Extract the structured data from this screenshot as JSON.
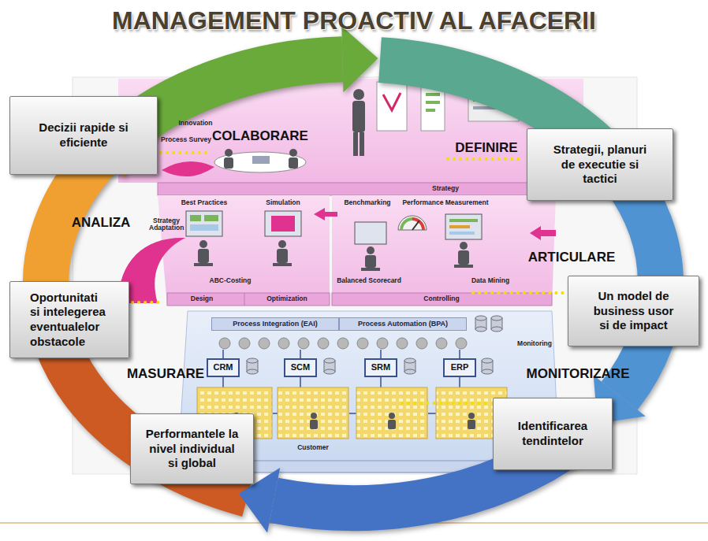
{
  "diagram": {
    "title": "MANAGEMENT PROACTIV AL AFACERII",
    "nodes": [
      {
        "text": [
          "Decizii rapide si eficiente"
        ]
      },
      {
        "text": [
          "Strategii, planuri de executie si tactici"
        ]
      },
      {
        "text": [
          "Oportunitati si intelegerea eventualelor obstacole"
        ]
      },
      {
        "text": [
          "Process Integration (EAI)"
        ]
      },
      {
        "text": [
          "Process Automation (BPA)"
        ]
      },
      {
        "text": [
          "Un model de business usor si de impact"
        ]
      },
      {
        "text": [
          "CRM"
        ]
      },
      {
        "text": [
          "SCM"
        ]
      },
      {
        "text": [
          "SRM"
        ]
      },
      {
        "text": [
          "ERP"
        ]
      },
      {
        "text": [
          "Performantele la nivel individual si global"
        ]
      },
      {
        "text": [
          "Identificarea tendintelor"
        ]
      }
    ],
    "labels": [
      "COLABORARE",
      "DEFINIRE",
      "ANALIZA",
      "ARTICULARE",
      "MASURARE",
      "MONITORIZARE",
      "Innovation",
      "Process Survey",
      "Strategy",
      "Best Practices",
      "Simulation",
      "Benchmarking",
      "Performance Measurement",
      "Strategy Adaptation",
      "ABC-Costing",
      "Balanced Scorecard",
      "Data Mining",
      "Design",
      "Optimization",
      "Controlling",
      "Customer",
      "Monitoring"
    ]
  }
}
